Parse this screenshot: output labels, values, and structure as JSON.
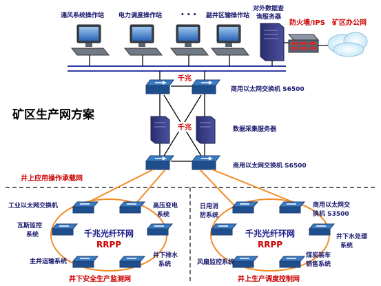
{
  "title": "矿区生产网方案",
  "top_labels": {
    "ventilation": "通风系统操作站",
    "power": "电力调度操作站",
    "dots": "• • •",
    "shaft": "副井区输操作站",
    "query_server": "对外数据查询服务器",
    "query_server_line1": "对外数据查",
    "query_server_line2": "询服务器",
    "firewall": "防火墙/IPS",
    "office": "矿区办公网"
  },
  "core": {
    "gigabit_top": "千兆",
    "gigabit_mid": "千兆",
    "switch_s6500_top": "商用以太网交换机 S6500",
    "data_server": "数据采集服务器",
    "switch_s6500_bottom": "商用以太网交换机 S6500",
    "aboveground_net": "井上应用操作承载网"
  },
  "left_ring": {
    "title": "千兆光纤环网",
    "subtitle": "RRPP",
    "industrial_switch": "工业以太网交换机",
    "gas_line1": "瓦斯监控",
    "gas_line2": "系统",
    "hv_line1": "高压变电",
    "hv_line2": "系统",
    "transport": "主井运输系统",
    "drain_line1": "井下排水",
    "drain_line2": "系统",
    "caption": "井下安全生产监测网"
  },
  "right_ring": {
    "title": "千兆光纤环网",
    "subtitle": "RRPP",
    "fire_line1": "日用消",
    "fire_line2": "防系统",
    "switch_line1": "商用以太网交",
    "switch_line2": "换机 S3500",
    "water_line1": "井下水处理",
    "water_line2": "系统",
    "fan": "风扇监控系统",
    "coal_line1": "煤炭装车",
    "coal_line2": "销售系统",
    "caption": "井上生产调度控制网"
  },
  "colors": {
    "link_orange": "#f08c28",
    "switch_blue": "#3c7cc4",
    "label_navy": "#1a1a6e",
    "label_red": "#cc0000"
  }
}
